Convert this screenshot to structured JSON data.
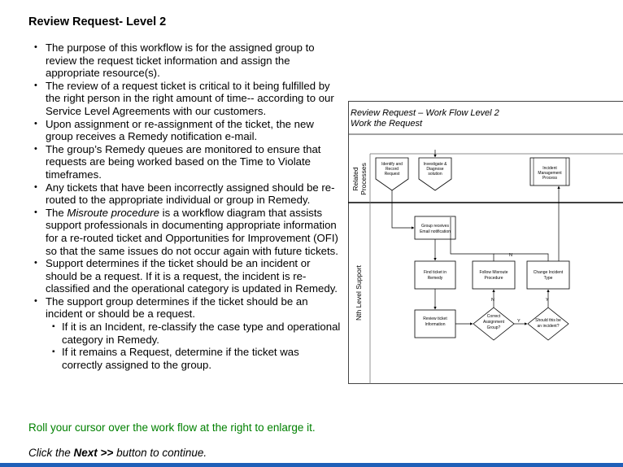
{
  "title": "Review Request- Level 2",
  "bullets": {
    "b1": "The purpose of this workflow is for the assigned group to review the request ticket information and assign the appropriate resource(s).",
    "b2": "The review of a request ticket is critical to it being fulfilled by the right person in the right amount of time-- according to our Service Level Agreements with our customers.",
    "b3": "Upon assignment or re-assignment of the ticket, the new group receives a Remedy notification e-mail.",
    "b4": "The group’s Remedy queues are monitored to ensure that requests are being worked based on the Time to Violate timeframes.",
    "b5": "Any tickets that have been incorrectly assigned should be re-routed to the appropriate individual or group in Remedy.",
    "b6_pre": "The ",
    "b6_em": "Misroute procedure",
    "b6_post": " is a workflow diagram that assists support professionals in documenting appropriate information for a re-routed ticket and Opportunities for Improvement (OFI) so that the same issues do not occur again with future tickets.",
    "b7": "Support determines if the ticket should be an incident or should be a request.  If it is a request, the incident is re-classified and the operational category is updated in Remedy.",
    "b8": "The support group determines if the ticket should be an incident or should be a request.",
    "b8_sub1": "If it is an Incident, re-classify the case type and operational category in Remedy.",
    "b8_sub2": "If it remains a Request, determine if the ticket was correctly assigned to the group."
  },
  "hint": "Roll your cursor over the work flow at the right to enlarge it.",
  "next": {
    "pre": "Click the ",
    "button": "Next >>",
    "post": " button to continue."
  },
  "workflow": {
    "title_line1": "Review Request  – Work Flow Level 2",
    "title_line2": "Work the Request",
    "lane1": {
      "line1": "Related",
      "line2": "Processes"
    },
    "lane2": "Nth Level Support",
    "nodes": {
      "identify": [
        "Identify and",
        "Record",
        "Request"
      ],
      "investigate": [
        "Investigate &",
        "Diagnose",
        "solution"
      ],
      "incident_mgmt": [
        "Incident",
        "Management",
        "Process"
      ],
      "group_receives": [
        "Group receives",
        "Email notification"
      ],
      "find_ticket": [
        "Find ticket in",
        "Remedy"
      ],
      "follow_misroute": [
        "Follow Misroute",
        "Procedure"
      ],
      "change_incident": [
        "Change Incident",
        "Type"
      ],
      "review_ticket": [
        "Review ticket",
        "Information"
      ],
      "correct_assignment": [
        "Correct",
        "Assignment",
        "Group?"
      ],
      "should_incident": [
        "Should this be",
        "an incident?"
      ]
    },
    "labels": {
      "n1": "N",
      "n2": "N",
      "y1": "Y",
      "y2": "Y"
    }
  },
  "colors": {
    "hint": "#008000",
    "bottom_bar": "#1f5fb8"
  }
}
